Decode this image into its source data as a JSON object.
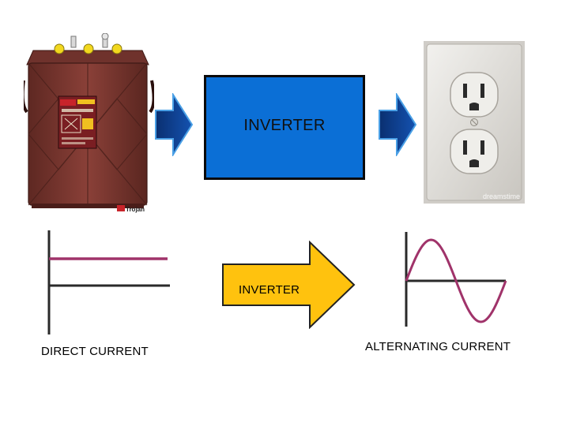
{
  "diagram": {
    "inverter_box_label": "INVERTER",
    "arrow_label": "INVERTER",
    "dc_label": "DIRECT CURRENT",
    "ac_label": "ALTERNATING CURRENT",
    "battery_logo_text": "Trojan",
    "outlet_watermark": "dreamstime"
  },
  "colors": {
    "inverter_box": "#0b6fd6",
    "arrow_blue": "#0a3c8c",
    "arrow_yellow": "#ffc20e",
    "dc_line": "#a0336a",
    "ac_wave": "#a0336a",
    "battery_body": "#7e3a33"
  }
}
